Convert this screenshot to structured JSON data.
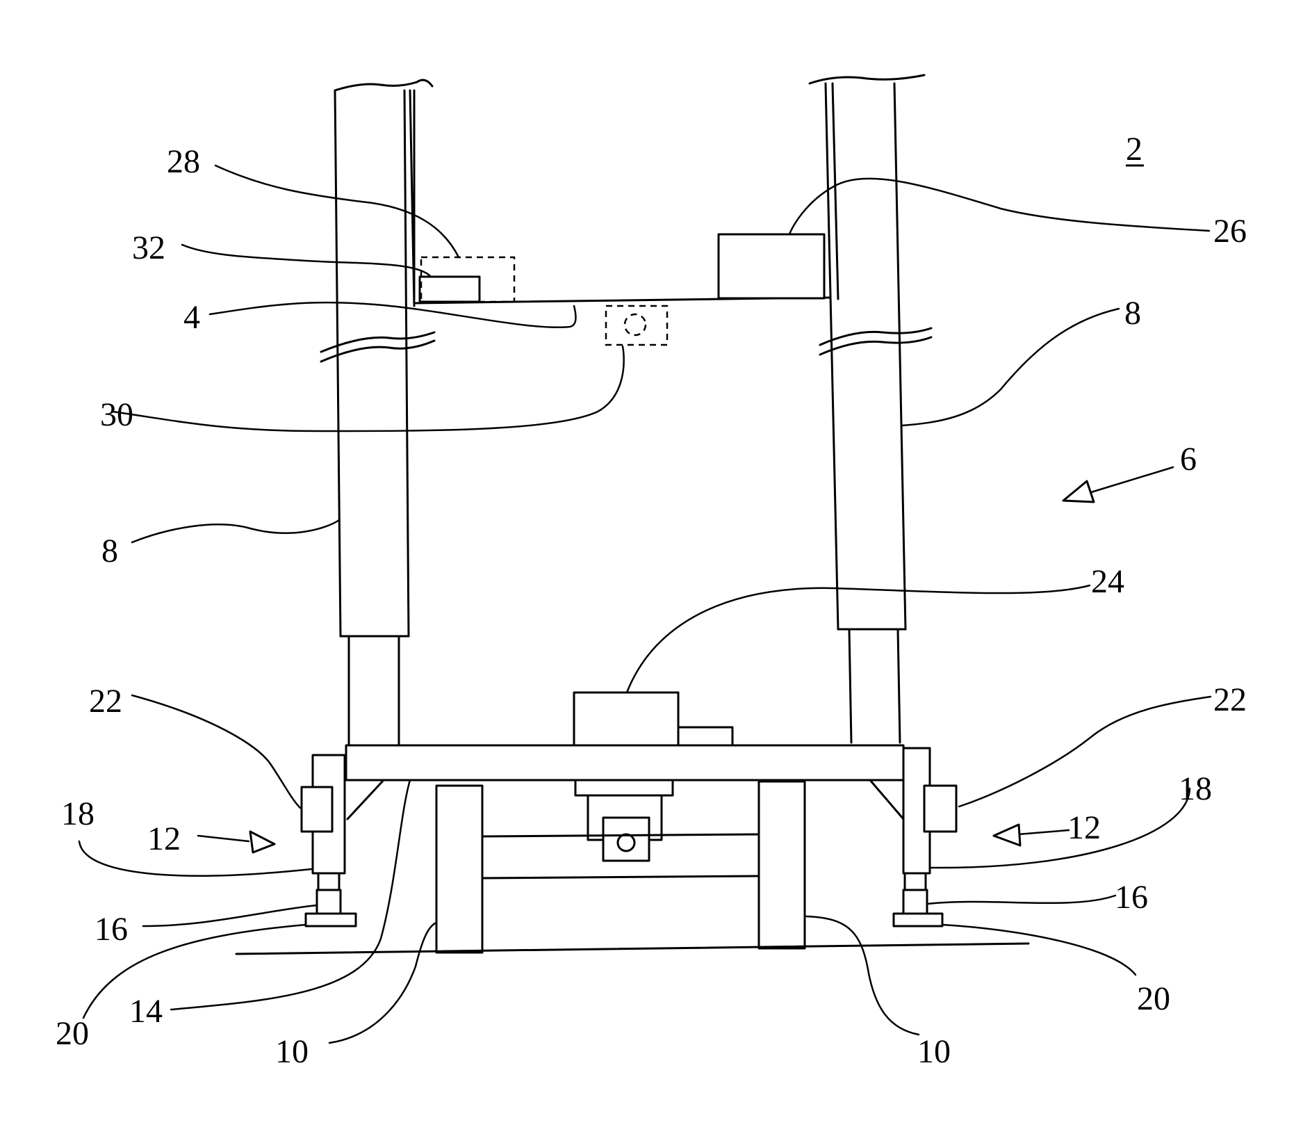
{
  "figure": {
    "reference_numeral": "2",
    "labels": {
      "l28": "28",
      "l32": "32",
      "l4": "4",
      "l30": "30",
      "l8_left": "8",
      "l8_right": "8",
      "l26": "26",
      "l6": "6",
      "l24": "24",
      "l22_left": "22",
      "l22_right": "22",
      "l18_left": "18",
      "l18_right": "18",
      "l12_left": "12",
      "l12_right": "12",
      "l16_left": "16",
      "l16_right": "16",
      "l20_left": "20",
      "l20_right": "20",
      "l14": "14",
      "l10_left": "10",
      "l10_right": "10"
    }
  },
  "colors": {
    "line": "#000000",
    "background": "#ffffff"
  }
}
